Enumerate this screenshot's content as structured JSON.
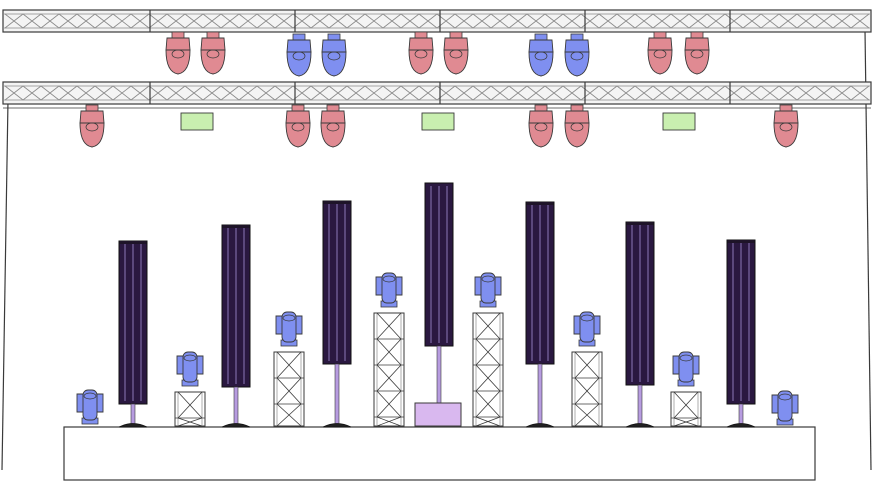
{
  "title": "",
  "colors": {
    "background": "#ffffff",
    "line": "#3a3a3a",
    "truss": "#8a8a8a",
    "spot_fixture": "#e08a92",
    "wash_fixture": "#7f8ff0",
    "strobe_panel": "#c9efb0",
    "led_column": "#2a1840",
    "led_column_trim": "#a693d6",
    "pole": "#b79ce0",
    "center_plinth": "#d9b8ef"
  },
  "elements": {
    "upper_truss": {
      "label": "",
      "fixtures": [
        "spot",
        "spot",
        "wash",
        "wash",
        "spot",
        "spot",
        "wash",
        "wash",
        "spot",
        "spot"
      ]
    },
    "lower_truss": {
      "label": "",
      "fixtures": [
        "spot",
        "strobe",
        "spot",
        "spot",
        "strobe",
        "spot",
        "spot",
        "strobe",
        "spot"
      ]
    },
    "stage_floor": {
      "led_columns": 7,
      "floor_washes": 2,
      "truss_tower_washes": 6
    }
  }
}
